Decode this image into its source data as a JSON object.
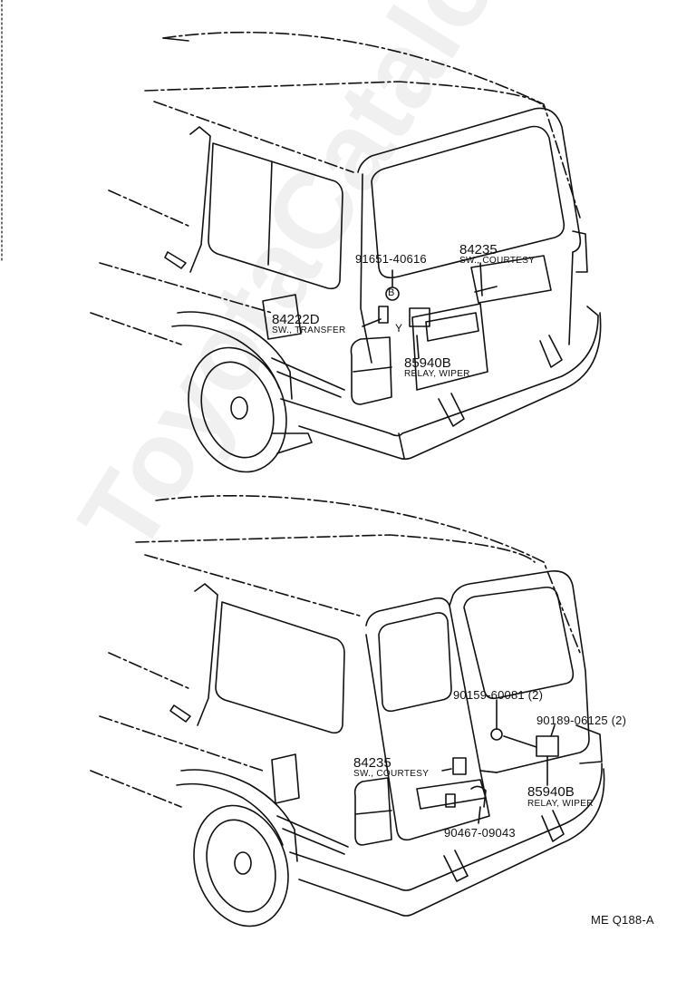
{
  "watermark": "ToyotaCatalogue.ru",
  "top_view": {
    "part_91651": "91651-40616",
    "mark_b": "B",
    "part_84235_num": "84235",
    "part_84235_desc": "SW., COURTESY",
    "part_84222_num": "84222D",
    "part_84222_desc": "SW., TRANSFER",
    "mark_y": "Y",
    "part_85940_num": "85940B",
    "part_85940_desc": "RELAY, WIPER"
  },
  "bottom_view": {
    "part_90159": "90159-60081 (2)",
    "part_90189": "90189-06125 (2)",
    "part_84235_num": "84235",
    "part_84235_desc": "SW., COURTESY",
    "part_85940_num": "85940B",
    "part_85940_desc": "RELAY, WIPER",
    "part_90467": "90467-09043"
  },
  "figure_code": "ME Q188-A"
}
